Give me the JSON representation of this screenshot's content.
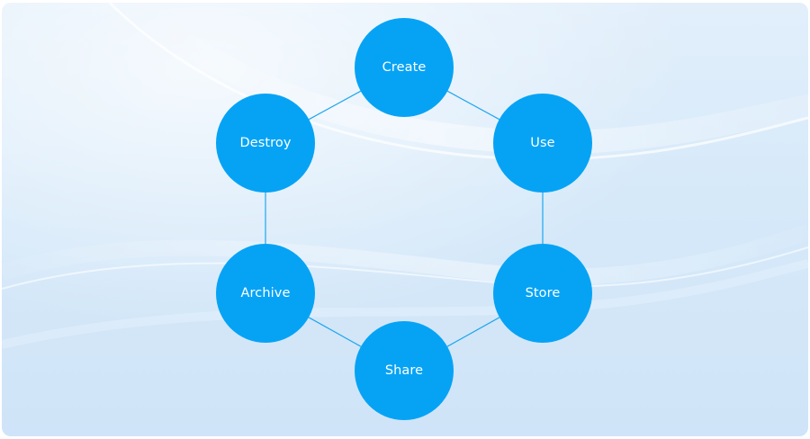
{
  "diagram": {
    "type": "cycle",
    "nodes": [
      {
        "id": "create",
        "label": "Create"
      },
      {
        "id": "use",
        "label": "Use"
      },
      {
        "id": "store",
        "label": "Store"
      },
      {
        "id": "share",
        "label": "Share"
      },
      {
        "id": "archive",
        "label": "Archive"
      },
      {
        "id": "destroy",
        "label": "Destroy"
      }
    ],
    "edges": [
      {
        "from": "create",
        "to": "use"
      },
      {
        "from": "use",
        "to": "store"
      },
      {
        "from": "store",
        "to": "share"
      },
      {
        "from": "share",
        "to": "archive"
      },
      {
        "from": "archive",
        "to": "destroy"
      },
      {
        "from": "destroy",
        "to": "create"
      }
    ]
  },
  "colors": {
    "node_fill": "#06a3f5",
    "node_text": "#ffffff",
    "edge": "#1ea6ee",
    "background": "#d9eaf9"
  }
}
